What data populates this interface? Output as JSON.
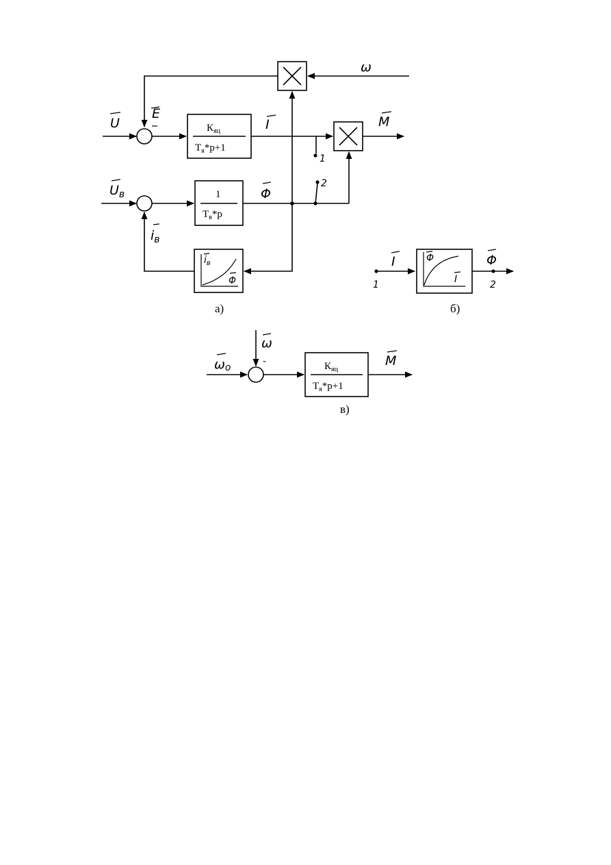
{
  "captions": {
    "a": "а)",
    "b": "б)",
    "c": "в)"
  },
  "signals": {
    "omega": "ω",
    "U": "U",
    "E": "E",
    "I": "I",
    "M": "M",
    "Uv_main": "U",
    "Uv_sub": "в",
    "Phi": "Φ",
    "iv_main": "i",
    "iv_sub": "в",
    "omega0_main": "ω",
    "omega0_sub": "o",
    "minus": "-"
  },
  "blocks": {
    "armature": {
      "num_main": "К",
      "num_sub": "яц",
      "den_main": "Т",
      "den_sub": "я",
      "den_rest": "*р+1"
    },
    "field": {
      "num": "1",
      "den_main": "Т",
      "den_sub": "в",
      "den_rest": "*р"
    },
    "mag_a": {
      "y": "i",
      "y_sub": "в",
      "x": "Φ"
    },
    "mag_b": {
      "y": "Φ",
      "x": "I"
    }
  },
  "switch_labels": {
    "s1": "1",
    "s2": "2"
  },
  "terminals_b": {
    "in": "1",
    "out": "2"
  },
  "ops": {
    "mult": "×"
  }
}
